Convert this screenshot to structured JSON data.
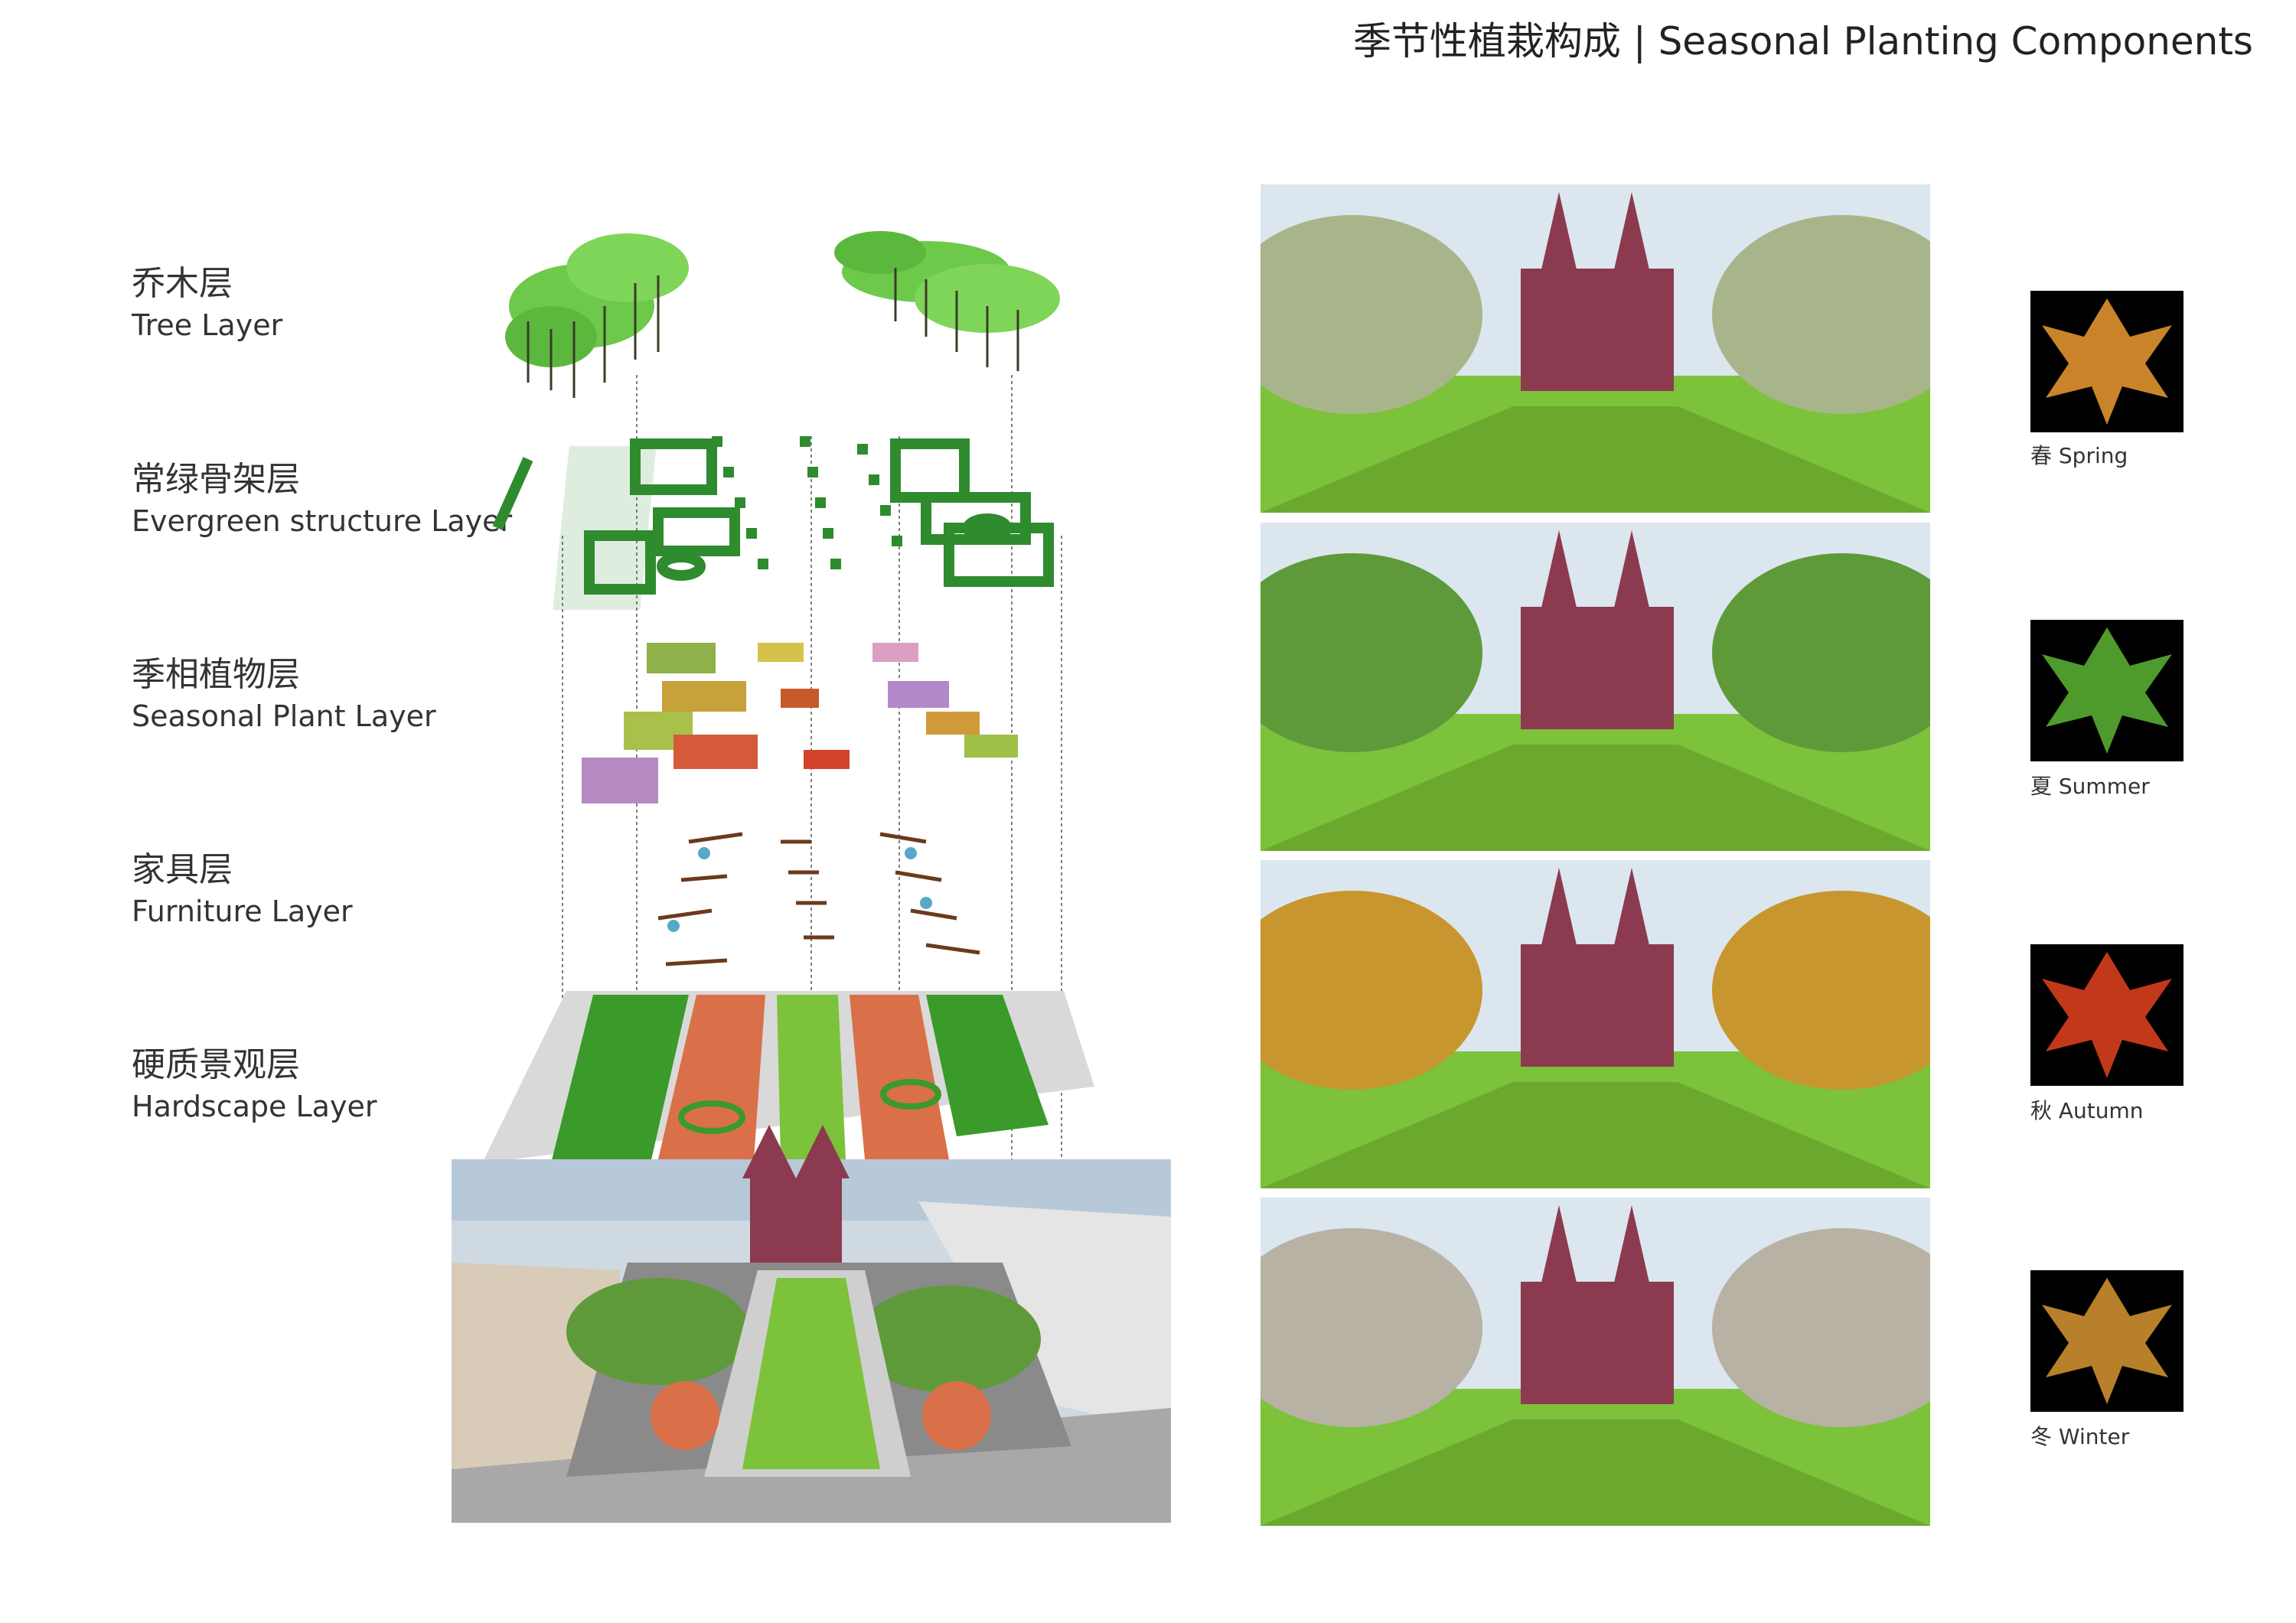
{
  "title": "季节性植栽构成 | Seasonal Planting Components",
  "layers": [
    {
      "zh": "乔木层",
      "en": "Tree Layer"
    },
    {
      "zh": "常绿骨架层",
      "en": "Evergreen structure Layer"
    },
    {
      "zh": "季相植物层",
      "en": "Seasonal Plant Layer"
    },
    {
      "zh": "家具层",
      "en": "Furniture Layer"
    },
    {
      "zh": "硬质景观层",
      "en": "Hardscape Layer"
    }
  ],
  "seasons": [
    {
      "label": "春 Spring",
      "leaf_color": "#c9842a",
      "tree_color": "#a8b58a"
    },
    {
      "label": "夏 Summer",
      "leaf_color": "#4f9a2c",
      "tree_color": "#5f9a3a"
    },
    {
      "label": "秋 Autumn",
      "leaf_color": "#c2381a",
      "tree_color": "#c8962e"
    },
    {
      "label": "冬 Winter",
      "leaf_color": "#b8802a",
      "tree_color": "#b7b2a4"
    }
  ],
  "colors": {
    "tree_green": "#6cc94a",
    "evergreen": "#2e8b2e",
    "hardscape_brick": "#d9704a",
    "paving": "#c9c9c9",
    "church": "#8c3a4f",
    "lawn": "#7cc23a"
  }
}
